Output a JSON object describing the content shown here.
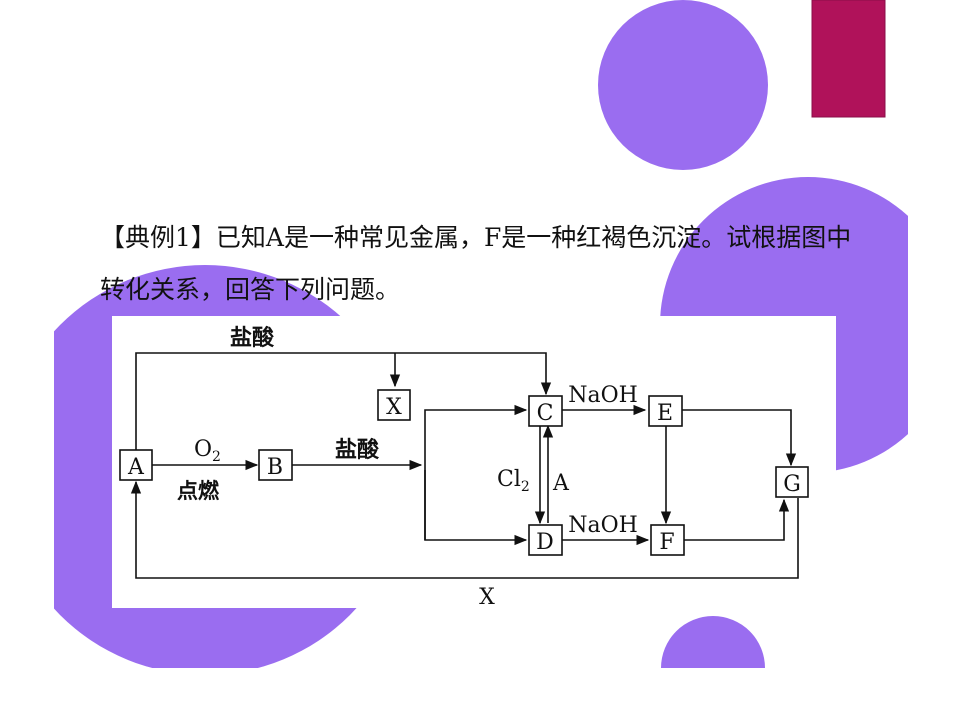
{
  "colors": {
    "background": "#ffffff",
    "purple": "#9a6df0",
    "magenta_bar": "#b0125a",
    "text": "#111111"
  },
  "problem_text": "【典例1】已知A是一种常见金属，F是一种红褐色沉淀。试根据图中转化关系，回答下列问题。",
  "diagram": {
    "nodes": {
      "A": "A",
      "B": "B",
      "C": "C",
      "D": "D",
      "E": "E",
      "F": "F",
      "G": "G",
      "X": "X"
    },
    "labels": {
      "top_hcl": "盐酸",
      "mid_hcl": "盐酸",
      "o2": "O",
      "o2_sub": "2",
      "ignite": "点燃",
      "naoh_top": "NaOH",
      "naoh_bottom": "NaOH",
      "cl2": "Cl",
      "cl2_sub": "2",
      "a_reagent": "A",
      "x_bottom": "X"
    }
  }
}
